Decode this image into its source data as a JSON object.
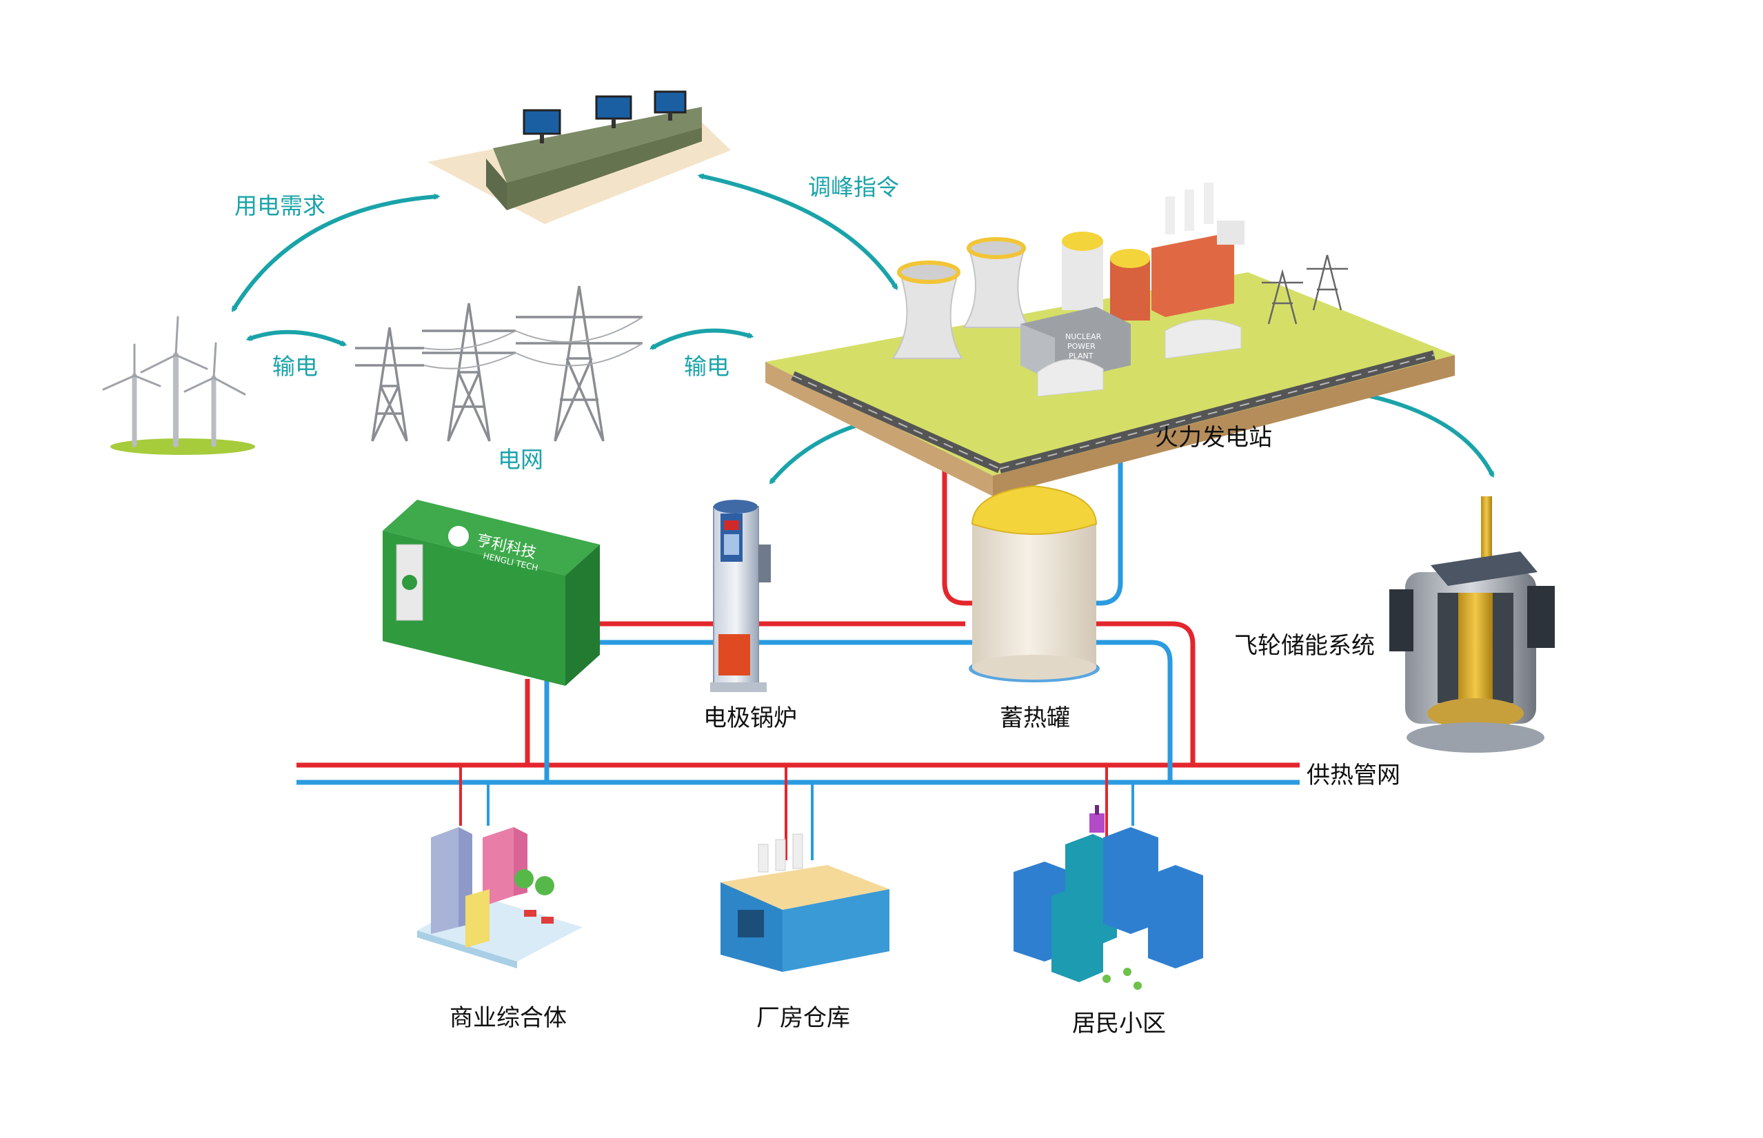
{
  "labels": {
    "power_demand": "用电需求",
    "peak_command": "调峰指令",
    "transmission_left": "输电",
    "transmission_right": "输电",
    "grid": "电网",
    "thermal_plant": "火力发电站",
    "electrode_boiler": "电极锅炉",
    "heat_storage_tank": "蓄热罐",
    "flywheel_storage": "飞轮储能系统",
    "heating_network": "供热管网",
    "commercial_complex": "商业综合体",
    "factory_warehouse": "厂房仓库",
    "residential_area": "居民小区"
  },
  "container_brand": {
    "cn": "亨利科技",
    "en": "HENGLI TECH"
  },
  "plant_sign": [
    "NUCLEAR",
    "POWER",
    "PLANT"
  ],
  "colors": {
    "teal": "#1aa3a9",
    "supply_pipe": "#e3262d",
    "return_pipe": "#2a9be0",
    "container_green": "#2f9a3e",
    "tank_yellow": "#f3d43a",
    "tank_body": "#efe7da"
  }
}
